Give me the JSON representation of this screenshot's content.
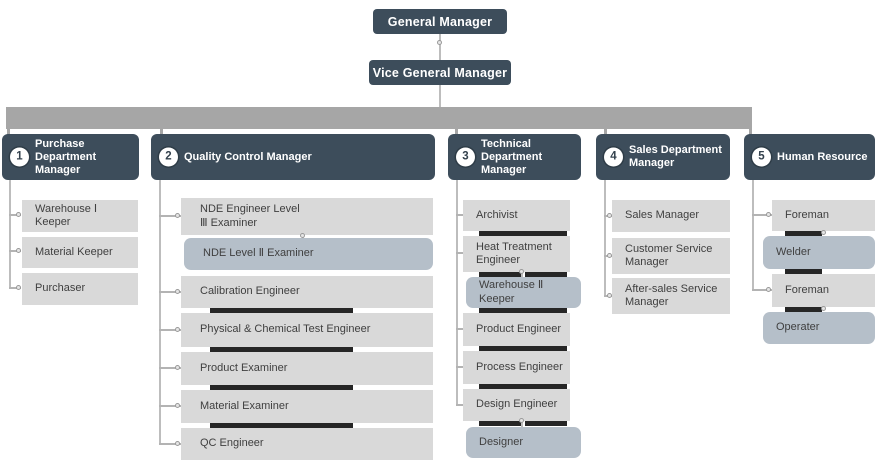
{
  "org": {
    "general_manager": "General Manager",
    "vice_general_manager": "Vice General Manager",
    "columns": [
      {
        "num": "1",
        "title": "Purchase Department Manager",
        "items": [
          {
            "label": "Warehouse Ⅰ Keeper",
            "variant": "default"
          },
          {
            "label": "Material Keeper",
            "variant": "default"
          },
          {
            "label": "Purchaser",
            "variant": "default"
          }
        ]
      },
      {
        "num": "2",
        "title": "Quality Control Manager",
        "items": [
          {
            "label": "NDE Engineer Level\nⅢ  Examiner",
            "variant": "default"
          },
          {
            "label": "NDE Level Ⅱ Examiner",
            "variant": "sub"
          },
          {
            "label": "Calibration Engineer",
            "variant": "default"
          },
          {
            "label": "Physical & Chemical Test Engineer",
            "variant": "default"
          },
          {
            "label": "Product Examiner",
            "variant": "default"
          },
          {
            "label": "Material Examiner",
            "variant": "default"
          },
          {
            "label": "QC Engineer",
            "variant": "default"
          }
        ]
      },
      {
        "num": "3",
        "title": "Technical Department Manager",
        "items": [
          {
            "label": "Archivist",
            "variant": "default"
          },
          {
            "label": "Heat Treatment Engineer",
            "variant": "default"
          },
          {
            "label": "Warehouse Ⅱ Keeper",
            "variant": "sub"
          },
          {
            "label": "Product Engineer",
            "variant": "default"
          },
          {
            "label": "Process Engineer",
            "variant": "default"
          },
          {
            "label": "Design Engineer",
            "variant": "default"
          },
          {
            "label": "Designer",
            "variant": "sub"
          }
        ]
      },
      {
        "num": "4",
        "title": "Sales Department Manager",
        "items": [
          {
            "label": "Sales Manager",
            "variant": "default"
          },
          {
            "label": "Customer Service Manager",
            "variant": "default"
          },
          {
            "label": "After-sales Service Manager",
            "variant": "default"
          }
        ]
      },
      {
        "num": "5",
        "title": "Human Resource",
        "items": [
          {
            "label": "Foreman",
            "variant": "default"
          },
          {
            "label": "Welder",
            "variant": "sub"
          },
          {
            "label": "Foreman",
            "variant": "default"
          },
          {
            "label": "Operater",
            "variant": "sub"
          }
        ]
      }
    ],
    "colors": {
      "node_dark": "#3d4d5b",
      "item_gray": "#d9d9d9",
      "item_sub_blue": "#b5bfc9",
      "bus_bar_gray": "#a6a6a6",
      "separator_dark": "#262626",
      "connector_gray": "#bdbdbd"
    }
  }
}
